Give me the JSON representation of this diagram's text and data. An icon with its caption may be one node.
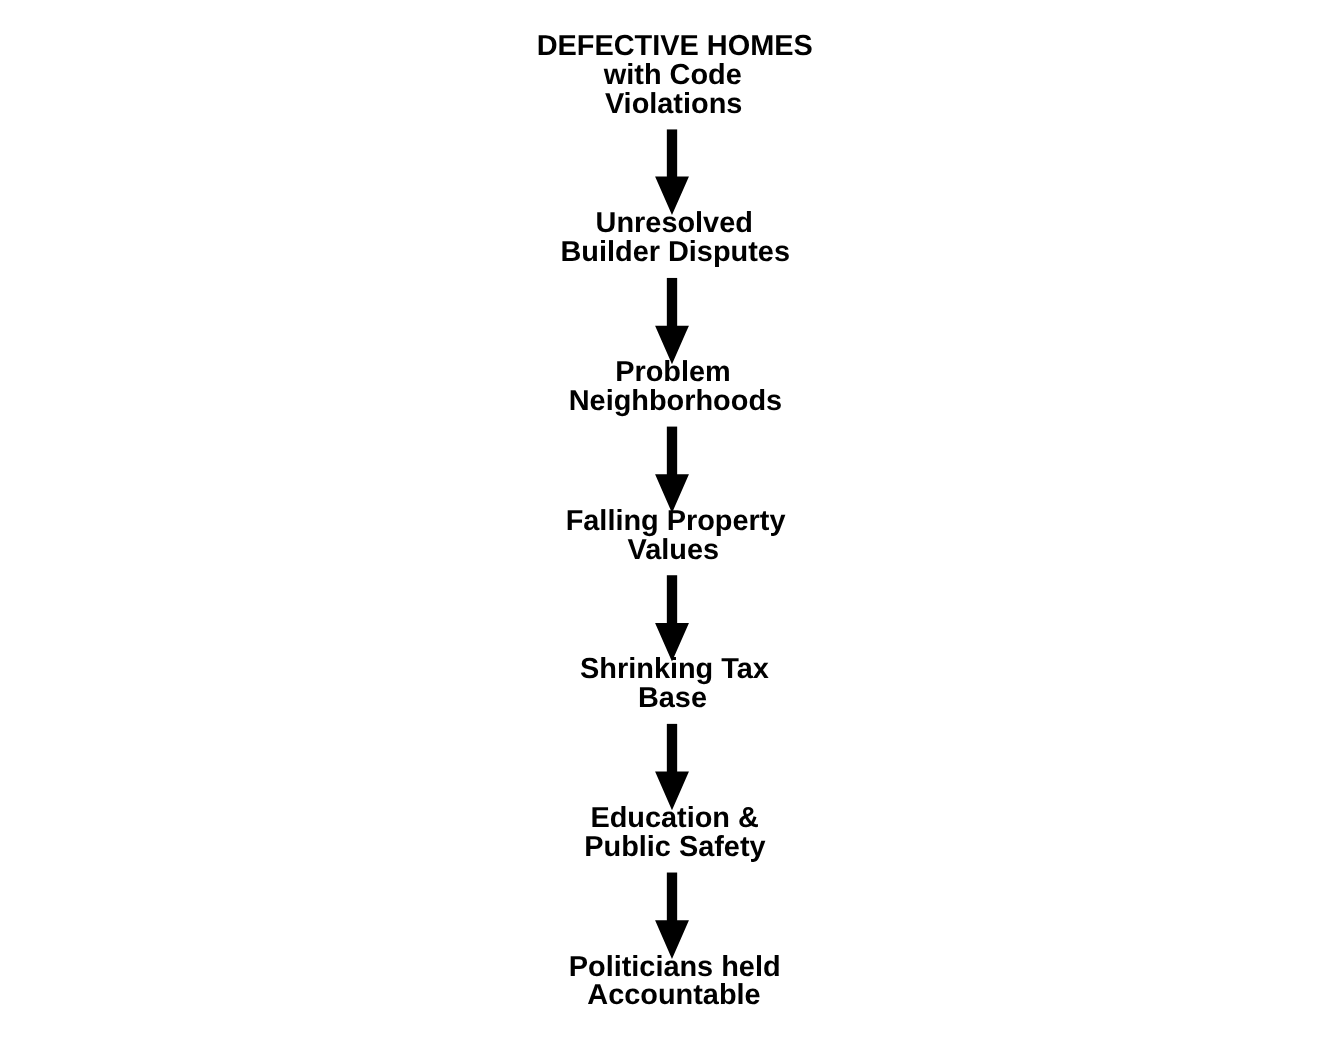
{
  "diagram": {
    "nodes": [
      {
        "text": [
          "DEFECTIVE HOMES with Code Violations"
        ]
      },
      {
        "text": [
          "Unresolved Builder Disputes"
        ]
      },
      {
        "text": [
          "Problem Neighborhoods"
        ]
      },
      {
        "text": [
          "Falling Property Values"
        ]
      },
      {
        "text": [
          "Shrinking Tax Base"
        ]
      },
      {
        "text": [
          "Education & Public Safety"
        ]
      },
      {
        "text": [
          "Politicians held Accountable"
        ]
      }
    ],
    "edges": [
      {
        "from": 0,
        "to": 1,
        "arrow": "to"
      },
      {
        "from": 1,
        "to": 2,
        "arrow": "to"
      },
      {
        "from": 2,
        "to": 3,
        "arrow": "to"
      },
      {
        "from": 3,
        "to": 4,
        "arrow": "to"
      },
      {
        "from": 4,
        "to": 5,
        "arrow": "to"
      },
      {
        "from": 5,
        "to": 6,
        "arrow": "to"
      }
    ]
  }
}
